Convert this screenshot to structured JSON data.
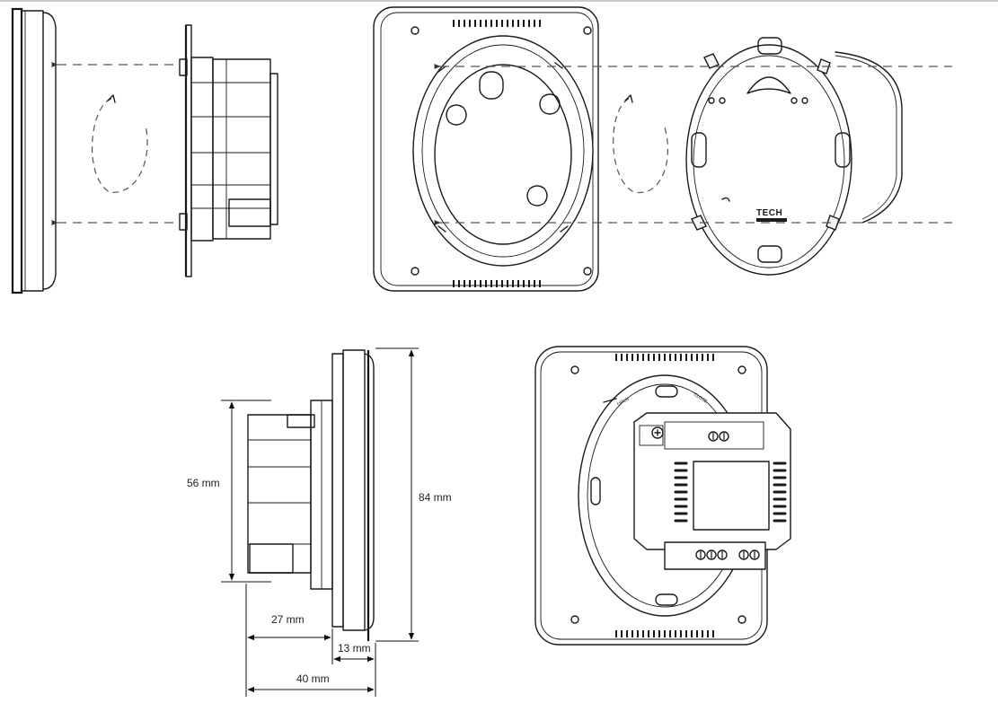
{
  "dimensions": {
    "depth_body": "56 mm",
    "height_total": "84 mm",
    "body_depth": "27 mm",
    "front_depth": "13 mm",
    "total_depth": "40 mm"
  },
  "brand": {
    "logo_text": "TECH"
  },
  "ring_labels": {
    "open": "OPEN",
    "close": "CLOSE"
  }
}
